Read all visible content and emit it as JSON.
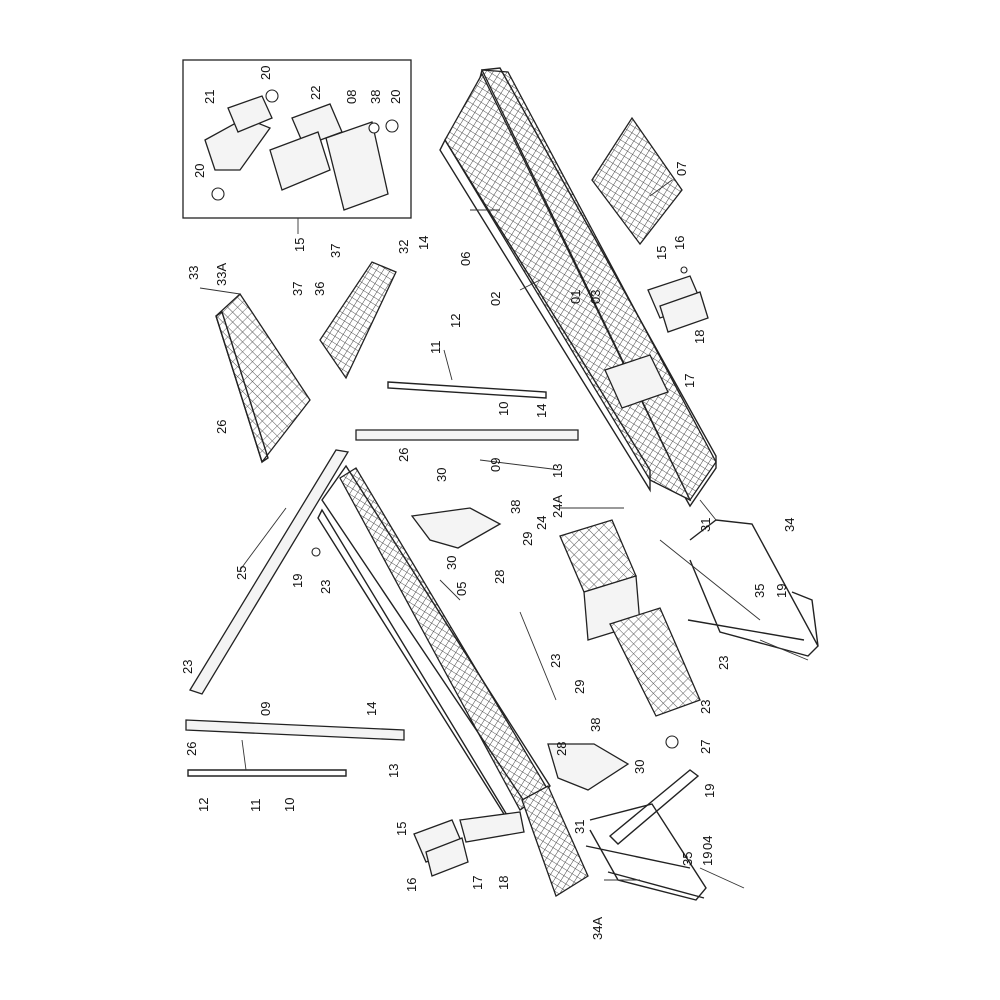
{
  "callouts": [
    {
      "id": "c-20a",
      "text": "20"
    },
    {
      "id": "c-21",
      "text": "21"
    },
    {
      "id": "c-22",
      "text": "22"
    },
    {
      "id": "c-08",
      "text": "08"
    },
    {
      "id": "c-38a",
      "text": "38"
    },
    {
      "id": "c-20b",
      "text": "20"
    },
    {
      "id": "c-20c",
      "text": "20"
    },
    {
      "id": "c-15a",
      "text": "15"
    },
    {
      "id": "c-07",
      "text": "07"
    },
    {
      "id": "c-33",
      "text": "33"
    },
    {
      "id": "c-33A",
      "text": "33A"
    },
    {
      "id": "c-37a",
      "text": "37"
    },
    {
      "id": "c-32",
      "text": "32"
    },
    {
      "id": "c-14a",
      "text": "14"
    },
    {
      "id": "c-36",
      "text": "36"
    },
    {
      "id": "c-37b",
      "text": "37"
    },
    {
      "id": "c-06",
      "text": "06"
    },
    {
      "id": "c-02",
      "text": "02"
    },
    {
      "id": "c-01",
      "text": "01"
    },
    {
      "id": "c-03",
      "text": "03"
    },
    {
      "id": "c-15b",
      "text": "15"
    },
    {
      "id": "c-16a",
      "text": "16"
    },
    {
      "id": "c-12a",
      "text": "12"
    },
    {
      "id": "c-11a",
      "text": "11"
    },
    {
      "id": "c-18a",
      "text": "18"
    },
    {
      "id": "c-17a",
      "text": "17"
    },
    {
      "id": "c-10a",
      "text": "10"
    },
    {
      "id": "c-14b",
      "text": "14"
    },
    {
      "id": "c-26a",
      "text": "26"
    },
    {
      "id": "c-26b",
      "text": "26"
    },
    {
      "id": "c-09a",
      "text": "09"
    },
    {
      "id": "c-13a",
      "text": "13"
    },
    {
      "id": "c-30a",
      "text": "30"
    },
    {
      "id": "c-38b",
      "text": "38"
    },
    {
      "id": "c-24A",
      "text": "24A"
    },
    {
      "id": "c-24",
      "text": "24"
    },
    {
      "id": "c-31a",
      "text": "31"
    },
    {
      "id": "c-34",
      "text": "34"
    },
    {
      "id": "c-29a",
      "text": "29"
    },
    {
      "id": "c-30b",
      "text": "30"
    },
    {
      "id": "c-28a",
      "text": "28"
    },
    {
      "id": "c-19a",
      "text": "19"
    },
    {
      "id": "c-23a",
      "text": "23"
    },
    {
      "id": "c-25",
      "text": "25"
    },
    {
      "id": "c-05",
      "text": "05"
    },
    {
      "id": "c-35a",
      "text": "35"
    },
    {
      "id": "c-19b",
      "text": "19"
    },
    {
      "id": "c-23b",
      "text": "23"
    },
    {
      "id": "c-23c",
      "text": "23"
    },
    {
      "id": "c-23d",
      "text": "23"
    },
    {
      "id": "c-29b",
      "text": "29"
    },
    {
      "id": "c-38c",
      "text": "38"
    },
    {
      "id": "c-23e",
      "text": "23"
    },
    {
      "id": "c-27",
      "text": "27"
    },
    {
      "id": "c-09b",
      "text": "09"
    },
    {
      "id": "c-14c",
      "text": "14"
    },
    {
      "id": "c-26c",
      "text": "26"
    },
    {
      "id": "c-13b",
      "text": "13"
    },
    {
      "id": "c-12b",
      "text": "12"
    },
    {
      "id": "c-11b",
      "text": "11"
    },
    {
      "id": "c-10b",
      "text": "10"
    },
    {
      "id": "c-28b",
      "text": "28"
    },
    {
      "id": "c-30c",
      "text": "30"
    },
    {
      "id": "c-19c",
      "text": "19"
    },
    {
      "id": "c-15c",
      "text": "15"
    },
    {
      "id": "c-31b",
      "text": "31"
    },
    {
      "id": "c-04",
      "text": "04"
    },
    {
      "id": "c-16b",
      "text": "16"
    },
    {
      "id": "c-17b",
      "text": "17"
    },
    {
      "id": "c-18b",
      "text": "18"
    },
    {
      "id": "c-35b",
      "text": "35"
    },
    {
      "id": "c-19d",
      "text": "19"
    },
    {
      "id": "c-34A",
      "text": "34A"
    }
  ]
}
